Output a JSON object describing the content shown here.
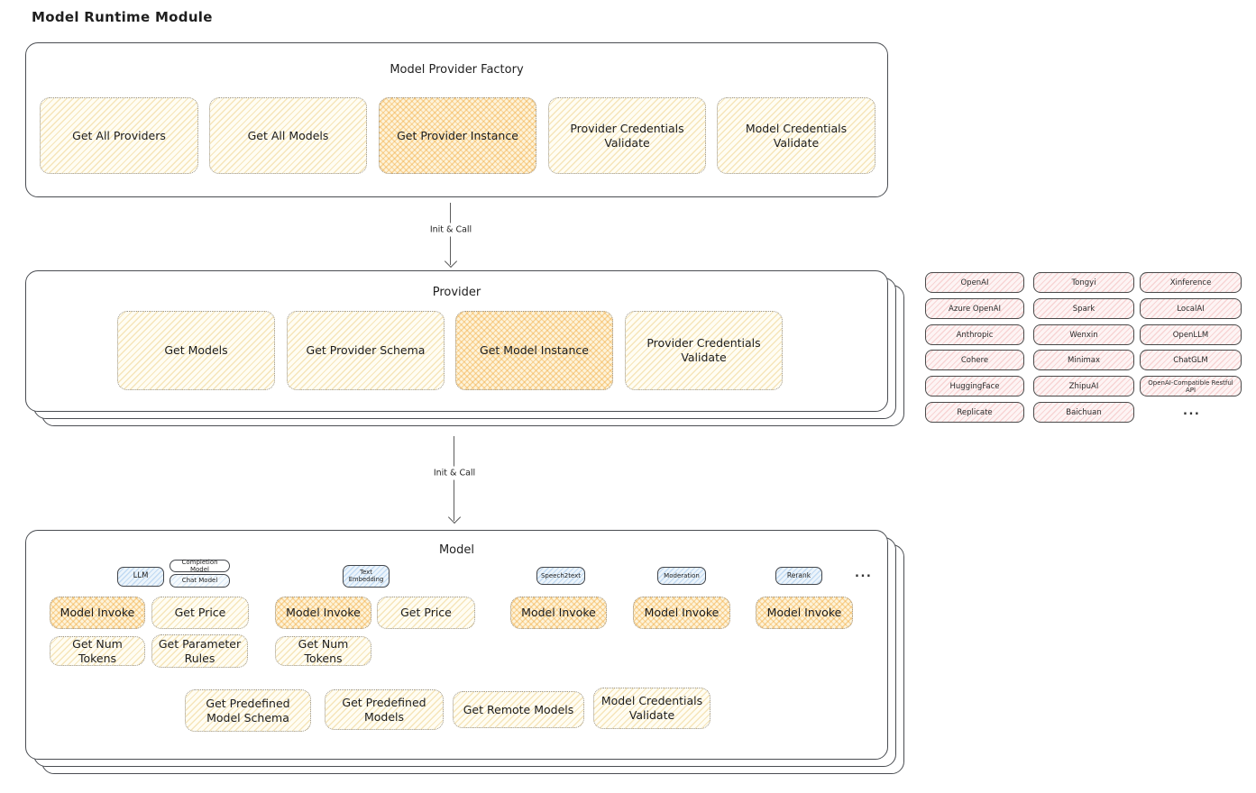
{
  "page": {
    "title": "Model Runtime Module"
  },
  "arrow": {
    "init_call": "Init & Call"
  },
  "factory": {
    "title": "Model Provider Factory",
    "buttons": [
      {
        "label": "Get All Providers",
        "highlight": false
      },
      {
        "label": "Get All Models",
        "highlight": false
      },
      {
        "label": "Get Provider Instance",
        "highlight": true
      },
      {
        "label": "Provider Credentials Validate",
        "highlight": false
      },
      {
        "label": "Model Credentials Validate",
        "highlight": false
      }
    ]
  },
  "provider": {
    "title": "Provider",
    "buttons": [
      {
        "label": "Get Models",
        "highlight": false
      },
      {
        "label": "Get Provider Schema",
        "highlight": false
      },
      {
        "label": "Get Model Instance",
        "highlight": true
      },
      {
        "label": "Provider Credentials Validate",
        "highlight": false
      }
    ]
  },
  "model": {
    "title": "Model",
    "badges": {
      "llm": "LLM",
      "completion": "Completion Model",
      "chat": "Chat Model",
      "text_embedding": "Text Embedding",
      "speech2text": "Speech2text",
      "moderation": "Moderation",
      "rerank": "Rerank"
    },
    "more": "...",
    "llm_ops": [
      "Model Invoke",
      "Get Price",
      "Get Num Tokens",
      "Get Parameter Rules"
    ],
    "embedding_ops": [
      "Model Invoke",
      "Get Price",
      "Get Num Tokens"
    ],
    "speech2text_ops": [
      "Model Invoke"
    ],
    "moderation_ops": [
      "Model Invoke"
    ],
    "rerank_ops": [
      "Model Invoke"
    ],
    "bottom_ops": [
      "Get Predefined Model Schema",
      "Get Predefined Models",
      "Get Remote Models",
      "Model Credentials Validate"
    ]
  },
  "providers": {
    "col1": [
      "OpenAI",
      "Azure OpenAI",
      "Anthropic",
      "Cohere",
      "HuggingFace",
      "Replicate"
    ],
    "col2": [
      "Tongyi",
      "Spark",
      "Wenxin",
      "Minimax",
      "ZhipuAI",
      "Baichuan"
    ],
    "col3": [
      "Xinference",
      "LocalAI",
      "OpenLLM",
      "ChatGLM",
      "OpenAI-Compatible Restful API"
    ],
    "more": "..."
  },
  "colors": {
    "op_yellow": "#fffdf3",
    "op_orange_highlight": "#f2aa3c",
    "provider_chip_pink": "#fdf4f4",
    "type_badge_blue": "#ecf4fb",
    "stroke_dark": "#4a4d52"
  }
}
